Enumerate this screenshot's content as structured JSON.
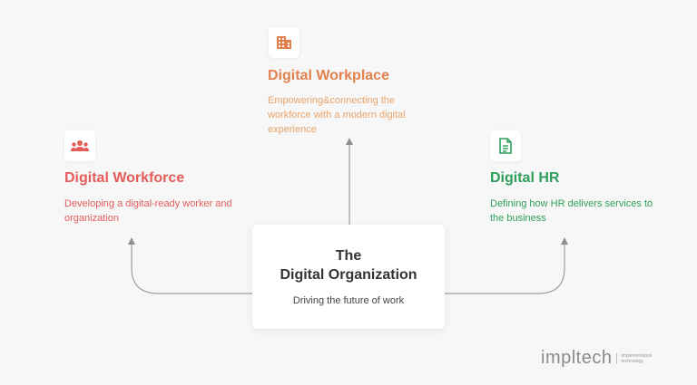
{
  "center": {
    "title_line1": "The",
    "title_line2": "Digital Organization",
    "subtitle": "Driving the future of work"
  },
  "nodes": {
    "workplace": {
      "title": "Digital Workplace",
      "description": "Empowering&connecting the workforce with a modern digital experience",
      "icon": "building-icon",
      "color": "#e2814e",
      "desc_color": "#eaa46a"
    },
    "workforce": {
      "title": "Digital Workforce",
      "description": "Developing a digital-ready worker and organization",
      "icon": "people-icon",
      "color": "#e45c5a",
      "desc_color": "#e45c5a"
    },
    "hr": {
      "title": "Digital HR",
      "description": "Defining how HR delivers services to the business",
      "icon": "document-icon",
      "color": "#2e9e5b",
      "desc_color": "#2e9e5b"
    }
  },
  "brand": {
    "name": "impltech",
    "tagline": "implementation technology"
  }
}
